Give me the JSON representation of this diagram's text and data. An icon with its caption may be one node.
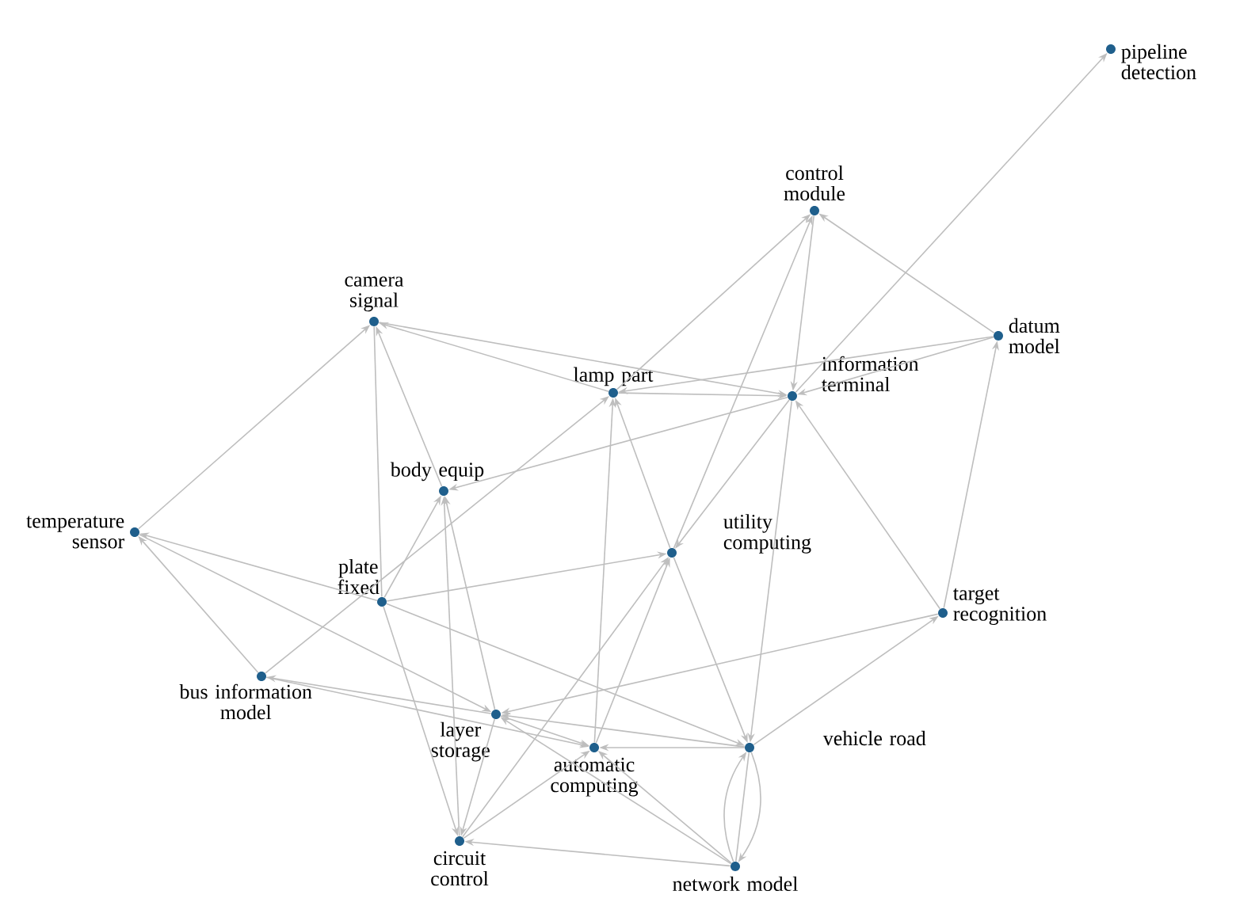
{
  "diagram": {
    "nodes": [
      {
        "text": [
          "pipeline detection"
        ]
      },
      {
        "text": [
          "control module"
        ]
      },
      {
        "text": [
          "camera signal"
        ]
      },
      {
        "text": [
          "datum model"
        ]
      },
      {
        "text": [
          "lamp part"
        ]
      },
      {
        "text": [
          "information terminal"
        ]
      },
      {
        "text": [
          "body equip"
        ]
      },
      {
        "text": [
          "temperature sensor"
        ]
      },
      {
        "text": [
          "utility computing"
        ]
      },
      {
        "text": [
          "plate fixed"
        ]
      },
      {
        "text": [
          "target recognition"
        ]
      },
      {
        "text": [
          "bus information model"
        ]
      },
      {
        "text": [
          "layer storage"
        ]
      },
      {
        "text": [
          "automatic computing"
        ]
      },
      {
        "text": [
          "vehicle road"
        ]
      },
      {
        "text": [
          "circuit control"
        ]
      },
      {
        "text": [
          "network model"
        ]
      }
    ],
    "edges": [
      {
        "from": 7,
        "to": 2,
        "arrow": "to"
      },
      {
        "from": 6,
        "to": 2,
        "arrow": "to"
      },
      {
        "from": 2,
        "to": 9,
        "arrow": "none"
      },
      {
        "from": 4,
        "to": 2,
        "arrow": "to"
      },
      {
        "from": 2,
        "to": 5,
        "arrow": "to"
      },
      {
        "from": 4,
        "to": 5,
        "arrow": "to"
      },
      {
        "from": 4,
        "to": 1,
        "arrow": "to"
      },
      {
        "from": 1,
        "to": 5,
        "arrow": "to"
      },
      {
        "from": 3,
        "to": 1,
        "arrow": "to"
      },
      {
        "from": 3,
        "to": 4,
        "arrow": "to"
      },
      {
        "from": 3,
        "to": 5,
        "arrow": "to"
      },
      {
        "from": 10,
        "to": 3,
        "arrow": "to"
      },
      {
        "from": 10,
        "to": 5,
        "arrow": "to"
      },
      {
        "from": 5,
        "to": 0,
        "arrow": "to"
      },
      {
        "from": 5,
        "to": 6,
        "arrow": "to"
      },
      {
        "from": 5,
        "to": 8,
        "arrow": "to"
      },
      {
        "from": 8,
        "to": 1,
        "arrow": "to"
      },
      {
        "from": 8,
        "to": 4,
        "arrow": "to"
      },
      {
        "from": 13,
        "to": 4,
        "arrow": "to"
      },
      {
        "from": 11,
        "to": 4,
        "arrow": "to"
      },
      {
        "from": 9,
        "to": 8,
        "arrow": "to"
      },
      {
        "from": 8,
        "to": 14,
        "arrow": "to"
      },
      {
        "from": 5,
        "to": 14,
        "arrow": "to"
      },
      {
        "from": 13,
        "to": 8,
        "arrow": "to"
      },
      {
        "from": 15,
        "to": 8,
        "arrow": "to"
      },
      {
        "from": 10,
        "to": 12,
        "arrow": "to"
      },
      {
        "from": 14,
        "to": 10,
        "arrow": "to"
      },
      {
        "from": 14,
        "to": 13,
        "arrow": "to"
      },
      {
        "from": 14,
        "to": 12,
        "arrow": "to"
      },
      {
        "from": 9,
        "to": 14,
        "arrow": "to"
      },
      {
        "from": 9,
        "to": 7,
        "arrow": "to"
      },
      {
        "from": 11,
        "to": 7,
        "arrow": "to"
      },
      {
        "from": 7,
        "to": 12,
        "arrow": "to"
      },
      {
        "from": 12,
        "to": 11,
        "arrow": "to"
      },
      {
        "from": 11,
        "to": 13,
        "arrow": "to"
      },
      {
        "from": 12,
        "to": 15,
        "arrow": "to"
      },
      {
        "from": 12,
        "to": 6,
        "arrow": "to"
      },
      {
        "from": 15,
        "to": 6,
        "arrow": "to"
      },
      {
        "from": 9,
        "to": 15,
        "arrow": "to"
      },
      {
        "from": 9,
        "to": 6,
        "arrow": "to"
      },
      {
        "from": 15,
        "to": 13,
        "arrow": "to"
      },
      {
        "from": 16,
        "to": 15,
        "arrow": "to"
      },
      {
        "from": 16,
        "to": 13,
        "arrow": "to"
      },
      {
        "from": 16,
        "to": 12,
        "arrow": "to"
      },
      {
        "from": 16,
        "to": 14,
        "arrow": "none"
      },
      {
        "from": 14,
        "to": 16,
        "arrow": "to"
      },
      {
        "from": 16,
        "to": 14,
        "arrow": "to"
      },
      {
        "from": 12,
        "to": 13,
        "arrow": "to"
      }
    ]
  }
}
